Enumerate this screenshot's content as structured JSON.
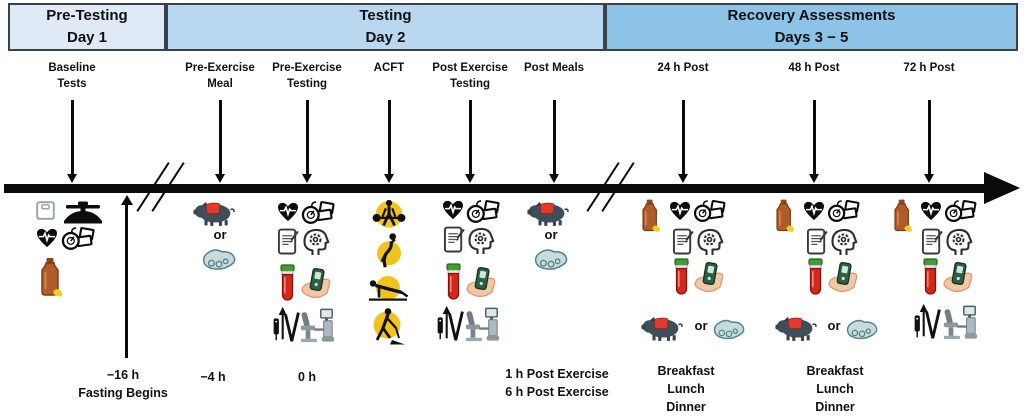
{
  "phases": [
    {
      "label": "Pre-Testing\nDay 1",
      "color": "#dfeaf6"
    },
    {
      "label": "Testing\nDay 2",
      "color": "#b9d7ee"
    },
    {
      "label": "Recovery Assessments\nDays 3 − 5",
      "color": "#8dc3e7"
    }
  ],
  "events": [
    {
      "label": "Baseline\nTests",
      "icons": [
        "body-mass-scale",
        "body-composition-scanner",
        "heart-rate-ecg",
        "blood-pressure",
        "urine-sample"
      ]
    },
    {
      "label": "Pre-Exercise\nMeal",
      "or": "or",
      "time": "−4 h",
      "icons": [
        "pork-meal",
        "plant-based-meal"
      ]
    },
    {
      "label": "Pre-Exercise\nTesting",
      "time": "0 h",
      "icons": [
        "heart-rate-ecg",
        "blood-pressure",
        "questionnaire",
        "cognitive-test",
        "blood-sample",
        "glucose-meter",
        "muscle-stimulation",
        "isokinetic-dynamometer"
      ]
    },
    {
      "label": "ACFT",
      "icons": [
        "acft-deadlift",
        "acft-power-throw",
        "acft-push-up",
        "acft-sprint-drag-carry"
      ]
    },
    {
      "label": "Post Exercise\nTesting",
      "time": "1 h Post Exercise\n6 h Post Exercise",
      "icons": [
        "heart-rate-ecg",
        "blood-pressure",
        "questionnaire",
        "cognitive-test",
        "blood-sample",
        "glucose-meter",
        "muscle-stimulation",
        "isokinetic-dynamometer"
      ]
    },
    {
      "label": "Post Meals",
      "or": "or",
      "icons": [
        "pork-meal",
        "plant-based-meal"
      ]
    },
    {
      "label": "24 h Post",
      "or": "or",
      "meals": "Breakfast\nLunch\nDinner",
      "icons": [
        "urine-sample",
        "heart-rate-ecg",
        "blood-pressure",
        "questionnaire",
        "cognitive-test",
        "blood-sample",
        "glucose-meter",
        "pork-meal",
        "plant-based-meal"
      ]
    },
    {
      "label": "48 h Post",
      "or": "or",
      "meals": "Breakfast\nLunch\nDinner",
      "icons": [
        "urine-sample",
        "heart-rate-ecg",
        "blood-pressure",
        "questionnaire",
        "cognitive-test",
        "blood-sample",
        "glucose-meter",
        "pork-meal",
        "plant-based-meal"
      ]
    },
    {
      "label": "72 h Post",
      "icons": [
        "urine-sample",
        "heart-rate-ecg",
        "blood-pressure",
        "questionnaire",
        "cognitive-test",
        "blood-sample",
        "glucose-meter",
        "muscle-stimulation",
        "isokinetic-dynamometer"
      ]
    }
  ],
  "fasting": {
    "time": "−16 h",
    "caption": "Fasting Begins"
  },
  "icon_glyphs": {
    "body-mass-scale": "square bathroom scale outline",
    "body-composition-scanner": "black scanner machine silhouette",
    "heart-rate-ecg": "black heart with white ECG trace",
    "blood-pressure": "gauge with cuff papers outline",
    "urine-sample": "brown jug with yellow splash",
    "pork-meal": "pig silhouette with red loin cut",
    "plant-based-meal": "teal meat-alternative cut with holes",
    "questionnaire": "document page with pen",
    "cognitive-test": "head profile with gear",
    "blood-sample": "blood tube, green cap, red fill",
    "glucose-meter": "hand holding green glucometer",
    "muscle-stimulation": "electrode with up arrow and V trace",
    "isokinetic-dynamometer": "dynamometer chair with monitor cart",
    "acft-deadlift": "deadlift silhouette on yellow circle",
    "acft-power-throw": "overhead throw silhouette on yellow circle",
    "acft-push-up": "push-up silhouette on yellow circle",
    "acft-sprint-drag-carry": "sled drag silhouette on yellow circle"
  },
  "colors": {
    "phase_pre_testing": "#dfeaf6",
    "phase_testing": "#b9d7ee",
    "phase_recovery": "#8dc3e7",
    "phase_border": "#3a4148",
    "timeline": "#0b0b0b",
    "acft_highlight": "#f2c21d",
    "blood_red": "#d6281a",
    "tube_cap_green": "#3f9e2f",
    "urine_jug_brown": "#b05c2a",
    "urine_yellow": "#f4cd1e",
    "pork_body": "#3f4f59",
    "pork_cut_red": "#e23b2e",
    "plant_teal": "#c6dcdc"
  }
}
